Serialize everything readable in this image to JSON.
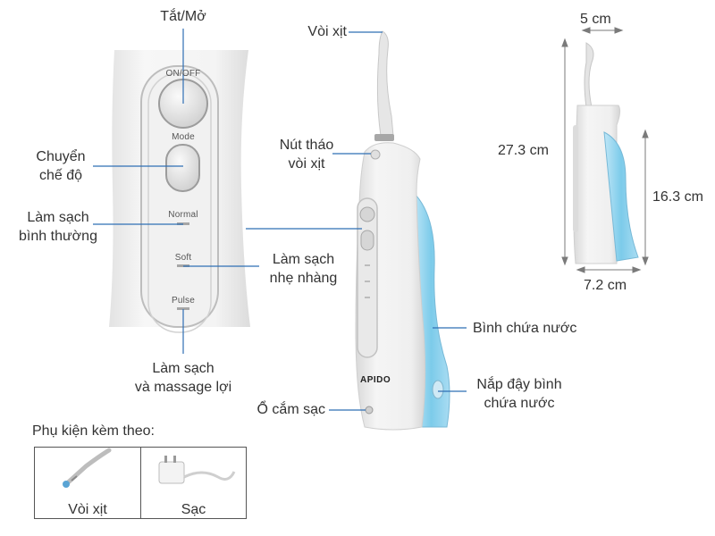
{
  "labels": {
    "power": "Tắt/Mở",
    "mode_line1": "Chuyển",
    "mode_line2": "chế độ",
    "normal_line1": "Làm sạch",
    "normal_line2": "bình thường",
    "soft_line1": "Làm sạch",
    "soft_line2": "nhẹ nhàng",
    "pulse_line1": "Làm sạch",
    "pulse_line2": "và massage lợi",
    "nozzle": "Vòi xịt",
    "release_line1": "Nút tháo",
    "release_line2": "vòi xịt",
    "charge_port": "Ổ cắm sạc",
    "tank": "Bình chứa nước",
    "tank_cap_line1": "Nắp đậy bình",
    "tank_cap_line2": "chứa nước"
  },
  "panel": {
    "on_off": "ON/OFF",
    "mode": "Mode",
    "normal": "Normal",
    "soft": "Soft",
    "pulse": "Pulse"
  },
  "device": {
    "brand": "APIDO"
  },
  "dimensions": {
    "width": "5 cm",
    "height_total": "27.3 cm",
    "height_tank": "16.3 cm",
    "depth": "7.2 cm"
  },
  "accessories": {
    "title": "Phụ kiện kèm theo:",
    "items": [
      {
        "label": "Vòi xịt",
        "icon": "nozzle-icon"
      },
      {
        "label": "Sạc",
        "icon": "charger-icon"
      }
    ]
  },
  "colors": {
    "line": "#2f6fb5",
    "water": "#8fd0ec",
    "body": "#eeeeee"
  }
}
